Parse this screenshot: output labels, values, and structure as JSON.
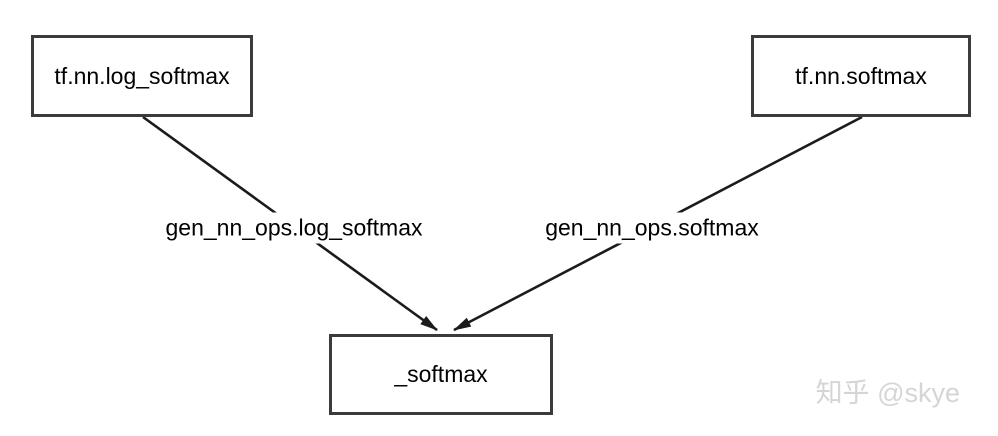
{
  "diagram": {
    "nodes": [
      {
        "label": "tf.nn.log_softmax"
      },
      {
        "label": "tf.nn.softmax"
      },
      {
        "label": "_softmax"
      }
    ],
    "edges": [
      {
        "from": "tf.nn.log_softmax",
        "to": "_softmax",
        "label": "gen_nn_ops.log_softmax"
      },
      {
        "from": "tf.nn.softmax",
        "to": "_softmax",
        "label": "gen_nn_ops.softmax"
      }
    ]
  },
  "watermark": {
    "text": "知乎 @skye"
  },
  "colors": {
    "background": "#ffffff",
    "node_border": "#3b3b3b",
    "edge_line": "#1b1b1b",
    "label_text": "#000000",
    "watermark_text": "#d5d5d5"
  }
}
